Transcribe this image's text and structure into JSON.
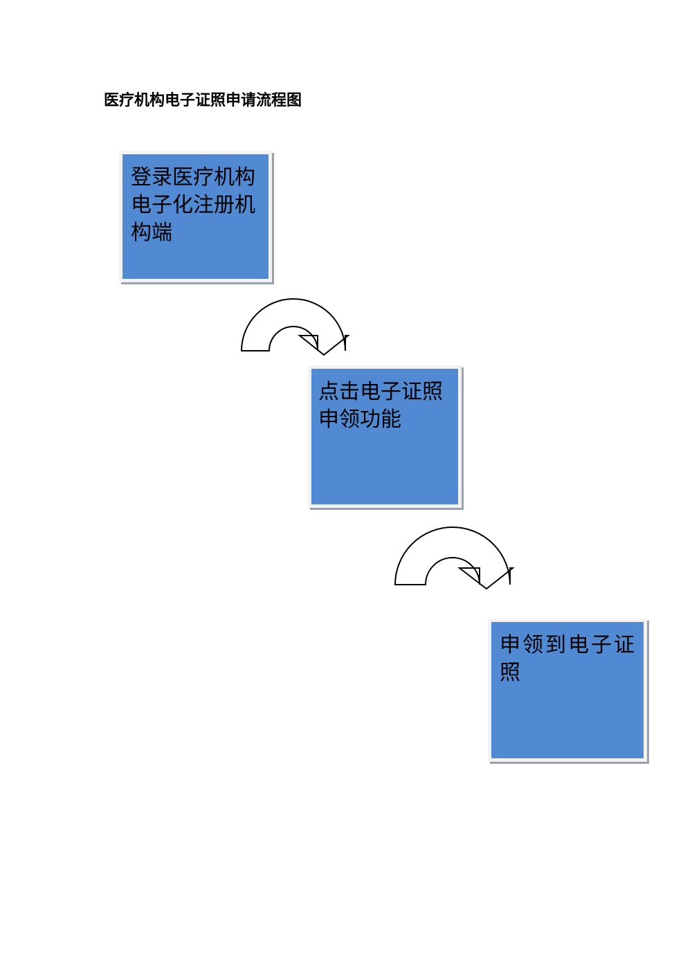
{
  "document": {
    "title": "医疗机构电子证照申请流程图",
    "background_color": "#ffffff"
  },
  "theme": {
    "box_fill": "#5189d2",
    "box_frame": "#f2f2f2",
    "box_shadow": "#98a2b3",
    "text_color": "#000000",
    "arrow_stroke": "#000000",
    "arrow_fill": "#ffffff"
  },
  "flowchart": {
    "steps": [
      {
        "id": "step-1",
        "order": 1,
        "label": "登录医疗机构电子化注册机构端",
        "shape": "rectangle"
      },
      {
        "id": "step-2",
        "order": 2,
        "label": "点击电子证照申领功能",
        "shape": "rectangle"
      },
      {
        "id": "step-3",
        "order": 3,
        "label": "申领到电子证照",
        "shape": "rectangle"
      }
    ],
    "connectors": [
      {
        "id": "connector-1",
        "from": "step-1",
        "to": "step-2",
        "icon": "curved-arrow-icon",
        "direction": "clockwise-down-right"
      },
      {
        "id": "connector-2",
        "from": "step-2",
        "to": "step-3",
        "icon": "curved-arrow-icon",
        "direction": "clockwise-down-right"
      }
    ]
  }
}
